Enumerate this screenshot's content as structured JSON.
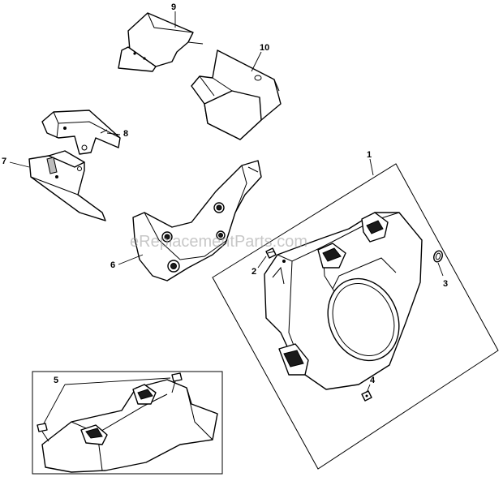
{
  "watermark": "eReplacementParts.com",
  "callouts": {
    "c1": "1",
    "c2": "2",
    "c3": "3",
    "c4": "4",
    "c5": "5",
    "c6": "6",
    "c7": "7",
    "c8": "8",
    "c9": "9",
    "c10": "10"
  }
}
